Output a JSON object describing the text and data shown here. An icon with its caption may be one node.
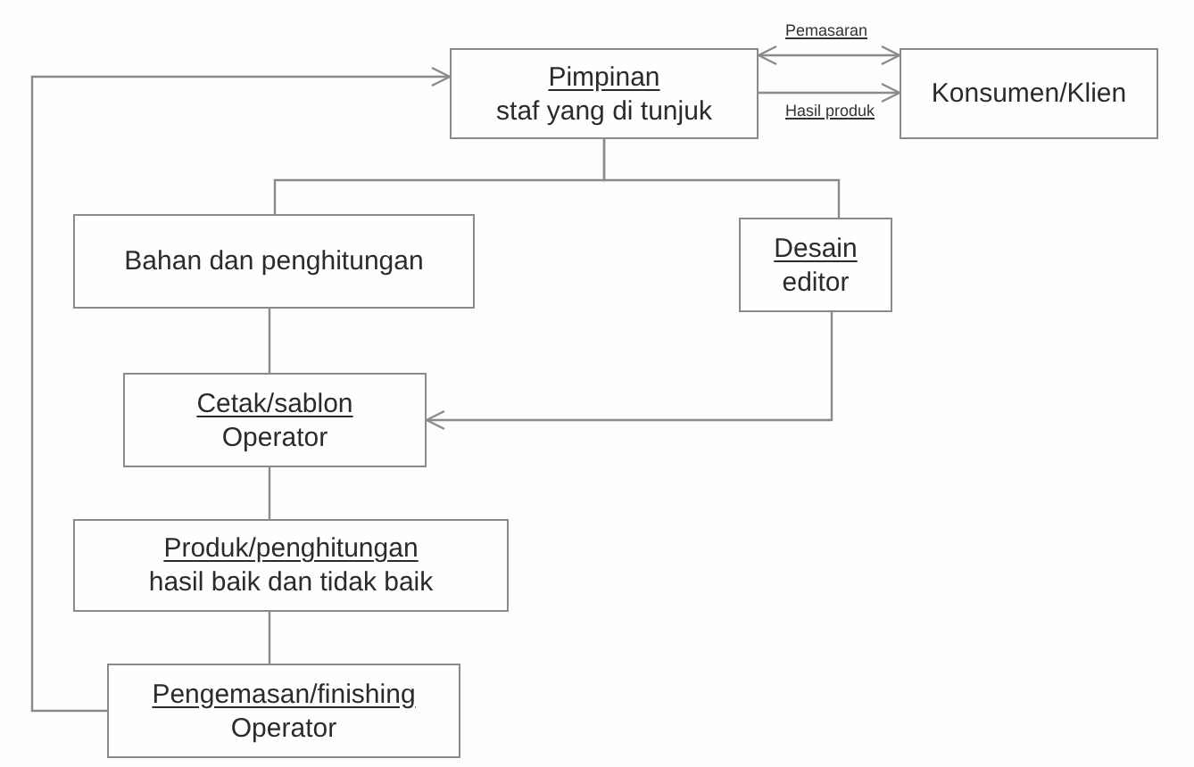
{
  "diagram": {
    "nodes": [
      {
        "text": [
          "Pimpinan",
          "staf yang di tunjuk"
        ]
      },
      {
        "text": [
          "Konsumen/Klien"
        ]
      },
      {
        "text": [
          "Bahan dan penghitungan"
        ]
      },
      {
        "text": [
          "Desain",
          "editor"
        ]
      },
      {
        "text": [
          "Cetak/sablon",
          "Operator"
        ]
      },
      {
        "text": [
          "Produk/penghitungan",
          "hasil baik dan tidak baik"
        ]
      },
      {
        "text": [
          "Pengemasan/finishing",
          "Operator"
        ]
      }
    ],
    "edges": [
      {
        "from": 0,
        "to": 1,
        "arrow": "both",
        "label": "Pemasaran"
      },
      {
        "from": 0,
        "to": 1,
        "arrow": "to",
        "label": "Hasil produk"
      },
      {
        "from": 0,
        "to": 2,
        "arrow": "none"
      },
      {
        "from": 0,
        "to": 3,
        "arrow": "none"
      },
      {
        "from": 2,
        "to": 4,
        "arrow": "none"
      },
      {
        "from": 3,
        "to": 4,
        "arrow": "to"
      },
      {
        "from": 4,
        "to": 5,
        "arrow": "none"
      },
      {
        "from": 5,
        "to": 6,
        "arrow": "none"
      },
      {
        "from": 6,
        "to": 0,
        "arrow": "to"
      }
    ]
  }
}
